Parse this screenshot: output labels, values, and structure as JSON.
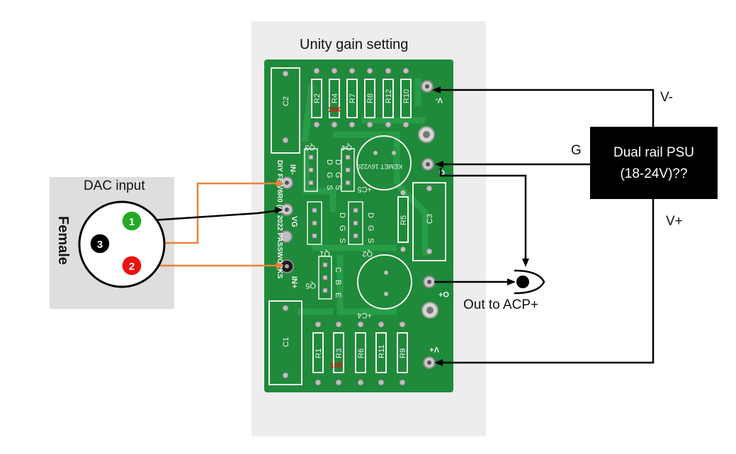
{
  "title": "Unity gain setting",
  "dac": {
    "label": "DAC input",
    "connector_gender": "Female",
    "pins": [
      "1",
      "2",
      "3"
    ]
  },
  "psu": {
    "line1": "Dual rail PSU",
    "line2": "(18-24V)??"
  },
  "rail_labels": {
    "vminus": "V-",
    "ground": "G",
    "vplus": "V+"
  },
  "output_label": "Out to ACP+",
  "pcb": {
    "top_resistors": [
      "R2",
      "R4",
      "R7",
      "R8",
      "R12",
      "R10"
    ],
    "bottom_resistors": [
      "R1",
      "R3",
      "R6",
      "R11",
      "R9"
    ],
    "capacitors": [
      "C2",
      "C1",
      "C3",
      "+C5",
      "+C4"
    ],
    "resistor_r5": "R5",
    "transistors": [
      "Q3",
      "Q4",
      "Q1",
      "Q2",
      "Q5"
    ],
    "pin_letters_dgs": [
      "D",
      "G",
      "S"
    ],
    "pin_letters_cbe": [
      "C",
      "B",
      "E"
    ],
    "pads": [
      "V-",
      "G",
      "O+",
      "V+",
      "IN-",
      "VG",
      "IN+"
    ],
    "marking_10k": "10K",
    "cap_marking": "KEMET 16V220",
    "board_text_1": "DIY FE V6R0 (c) 2022 PASSWORKS"
  },
  "colors": {
    "pcb": "#1f8a3a",
    "wire_orange": "#e8823a",
    "wire_black": "#000000",
    "pin1": "#22aa22",
    "pin2": "#ee1111",
    "pin3": "#000000"
  }
}
